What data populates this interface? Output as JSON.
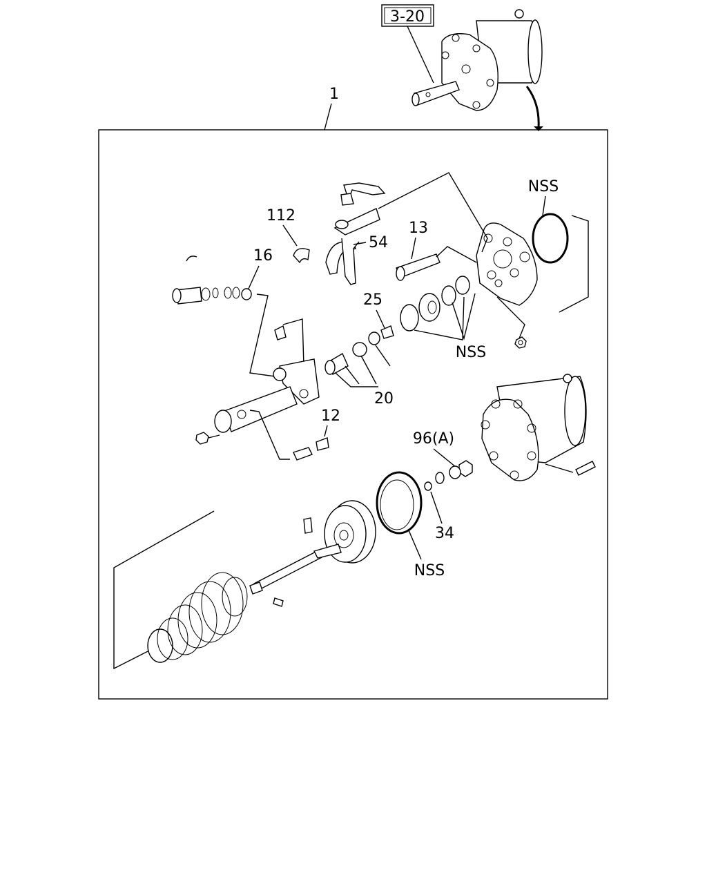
{
  "ref_box": "3-20",
  "labels": {
    "assembly": "1",
    "nss_top": "NSS",
    "p112": "112",
    "p54": "54",
    "p13": "13",
    "p16": "16",
    "p25": "25",
    "nss_mid": "NSS",
    "p20": "20",
    "p12": "12",
    "p96a": "96(A)",
    "p34": "34",
    "nss_bottom": "NSS"
  }
}
